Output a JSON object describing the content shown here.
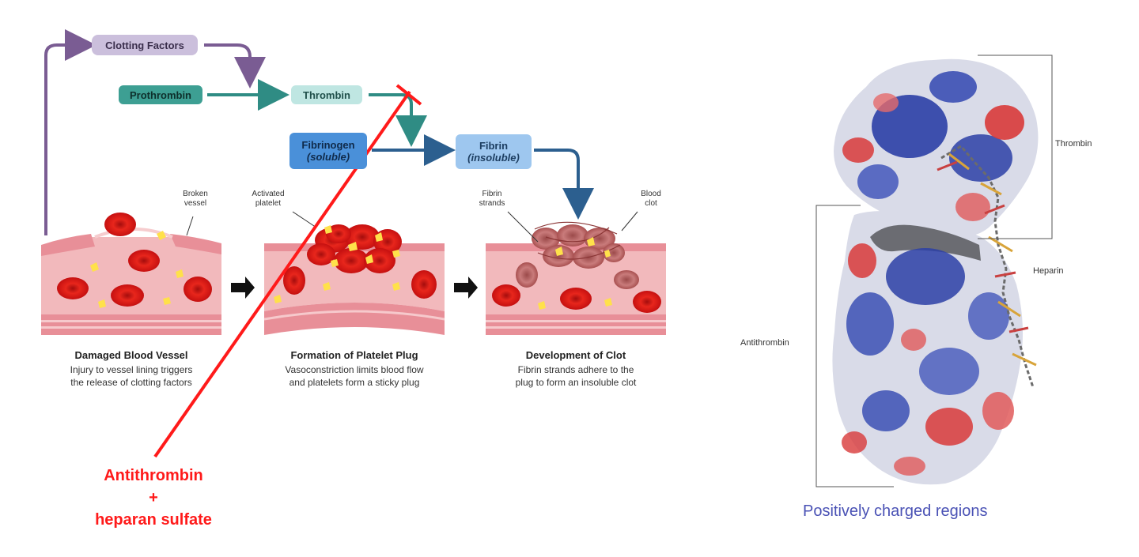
{
  "flow": {
    "clotting_factors": "Clotting Factors",
    "prothrombin": "Prothrombin",
    "thrombin": "Thrombin",
    "fibrinogen": "Fibrinogen",
    "fibrinogen_sub": "(soluble)",
    "fibrin": "Fibrin",
    "fibrin_sub": "(insoluble)"
  },
  "callouts": {
    "broken_vessel": [
      "Broken",
      "vessel"
    ],
    "activated_platelet": [
      "Activated",
      "platelet"
    ],
    "fibrin_strands": [
      "Fibrin",
      "strands"
    ],
    "blood_clot": [
      "Blood",
      "clot"
    ]
  },
  "stages": [
    {
      "title": "Damaged Blood Vessel",
      "line1": "Injury to vessel lining triggers",
      "line2": "the release of clotting factors"
    },
    {
      "title": "Formation of Platelet Plug",
      "line1": "Vasoconstriction limits blood flow",
      "line2": "and platelets form a sticky plug"
    },
    {
      "title": "Development of Clot",
      "line1": "Fibrin strands adhere to the",
      "line2": "plug to form an insoluble clot"
    }
  ],
  "inhibitor": {
    "line1": "Antithrombin",
    "line2": "+",
    "line3": "heparan sulfate",
    "color": "#ff1a1a"
  },
  "molecule": {
    "thrombin_label": "Thrombin",
    "heparin_label": "Heparin",
    "antithrombin_label": "Antithrombin",
    "caption": "Positively charged regions"
  },
  "colors": {
    "clotting_pill": "#cbbfdc",
    "prothrombin_pill": "#3d9f93",
    "thrombin_pill": "#bfe6e2",
    "fibrinogen_pill": "#4a90d9",
    "fibrin_pill": "#9ec7ef",
    "purple_arrow": "#7a5c93",
    "teal_arrow": "#2f8c84",
    "blue_arrow": "#2c5f8f",
    "positive": "#2b3fa6",
    "negative": "#d83a3a"
  }
}
